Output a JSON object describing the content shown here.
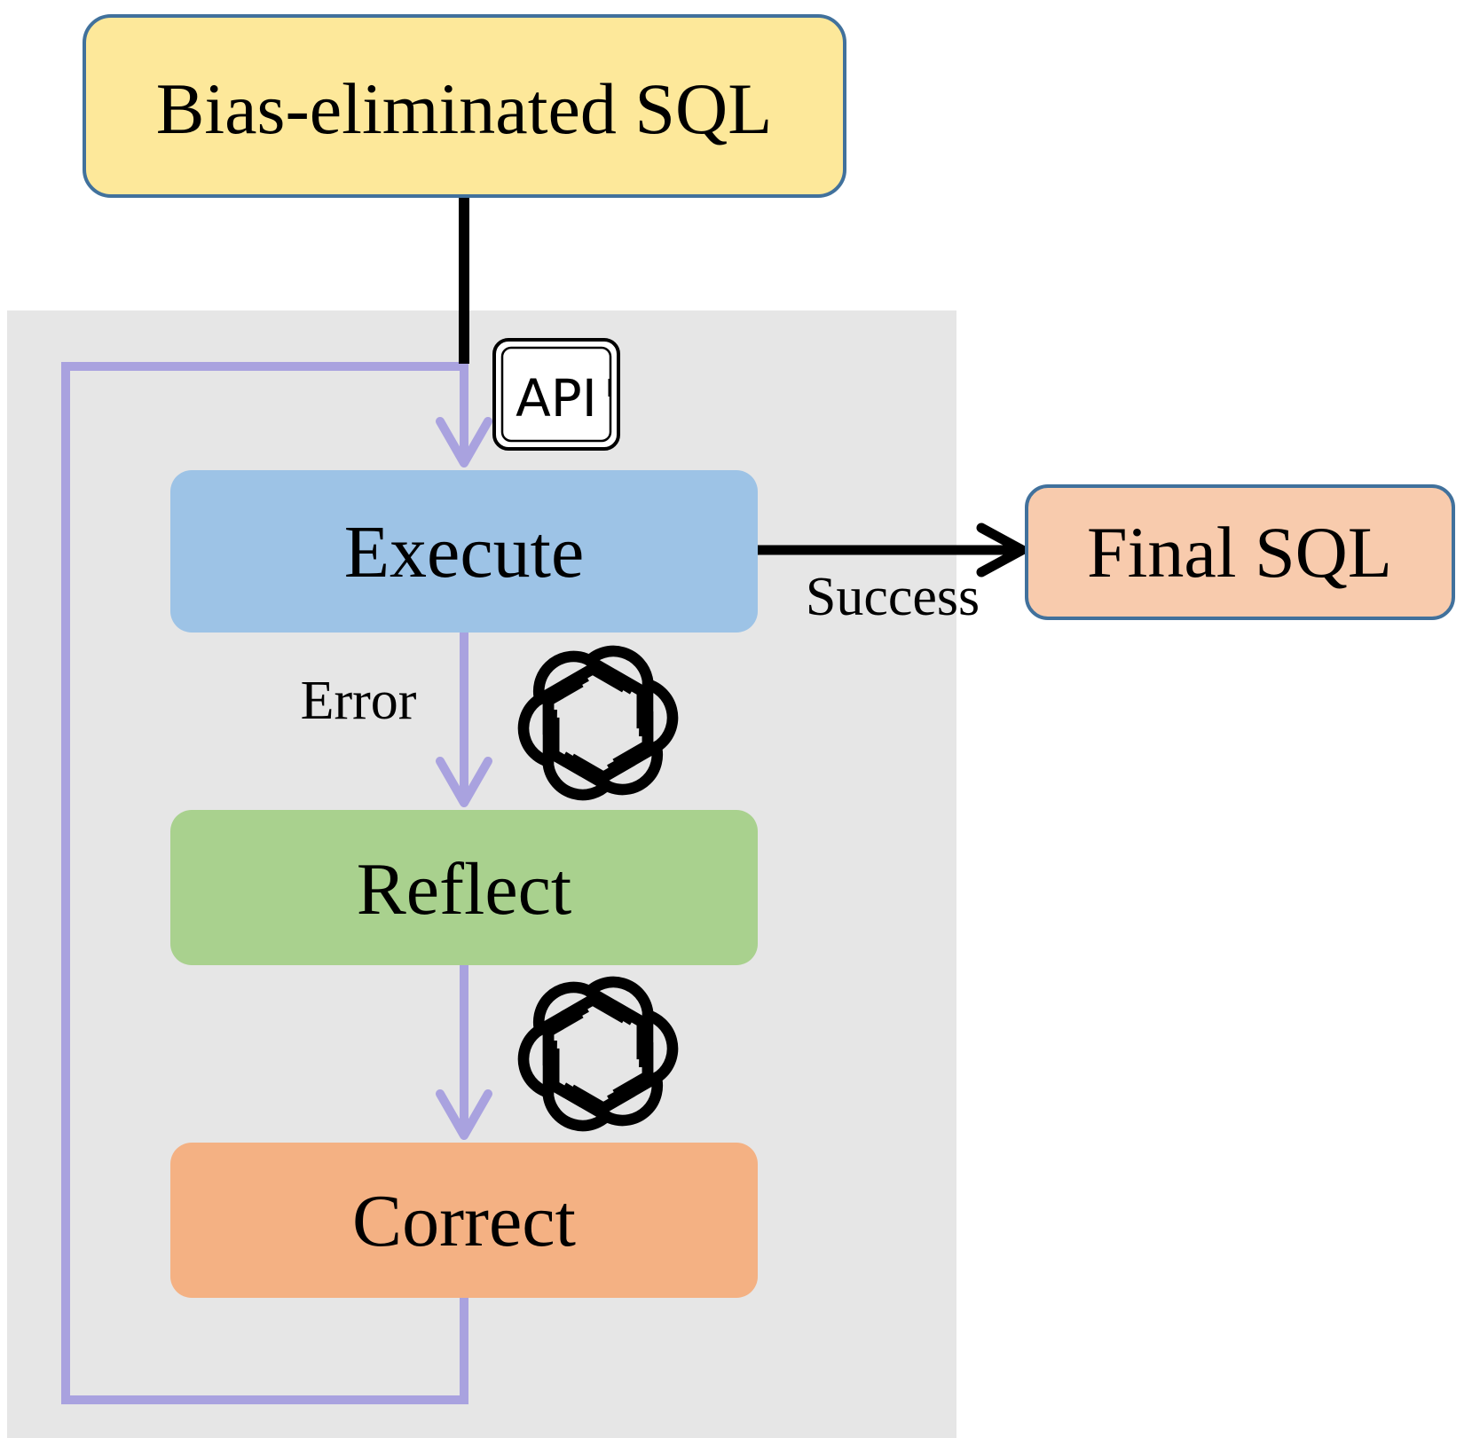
{
  "nodes": {
    "input": {
      "label": "Bias-eliminated SQL",
      "color": "#fde89a",
      "border": "#41719c"
    },
    "execute": {
      "label": "Execute",
      "color": "#9dc3e6"
    },
    "reflect": {
      "label": "Reflect",
      "color": "#a9d18e"
    },
    "correct": {
      "label": "Correct",
      "color": "#f4b183"
    },
    "output": {
      "label": "Final SQL",
      "color": "#f8cbad",
      "border": "#41719c"
    }
  },
  "edges": {
    "success_label": "Success",
    "error_label": "Error"
  },
  "icons": {
    "api": {
      "name": "api-icon",
      "label": "API"
    },
    "llm": {
      "name": "openai-logo-icon"
    }
  },
  "colors": {
    "loop_region": "#e6e6e6",
    "loop_arrow": "#a9a2df",
    "main_arrow": "#000000"
  }
}
